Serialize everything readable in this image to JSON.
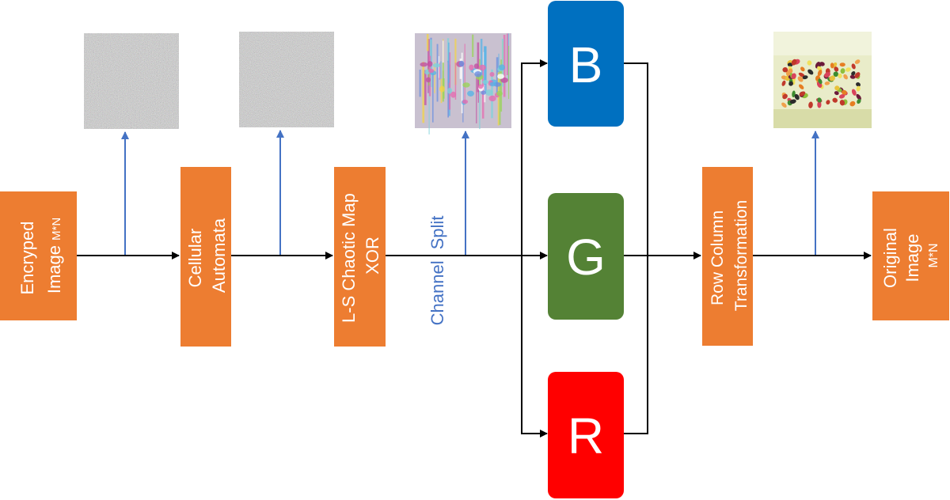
{
  "colors": {
    "process_box": "#ED7D31",
    "box_text": "#FFFFFF",
    "blue_channel": "#0070C0",
    "green_channel": "#548235",
    "red_channel": "#FF0000",
    "flow_arrow": "#000000",
    "preview_arrow": "#4472C4",
    "split_label": "#4472C4"
  },
  "boxes": {
    "encrypted": {
      "line1": "Encryped",
      "line2": "Image",
      "suffix": "M*N"
    },
    "cellular": {
      "line1": "Cellular",
      "line2": "Automata"
    },
    "chaotic": {
      "line1": "L-S Chaotic Map",
      "line2": "XOR"
    },
    "rowcol": {
      "line1": "Row Column",
      "line2": "Transformation"
    },
    "original": {
      "line1": "Original",
      "line2": "Image",
      "line3": "M*N"
    }
  },
  "split_label": {
    "word1": "Channel",
    "word2": "Split"
  },
  "channels": {
    "blue": "B",
    "green": "G",
    "red": "R"
  },
  "previews": [
    {
      "id": "noise-1",
      "kind": "noise"
    },
    {
      "id": "noise-2",
      "kind": "noise"
    },
    {
      "id": "partial",
      "kind": "streaked jelly beans"
    },
    {
      "id": "final",
      "kind": "jelly beans"
    }
  ]
}
